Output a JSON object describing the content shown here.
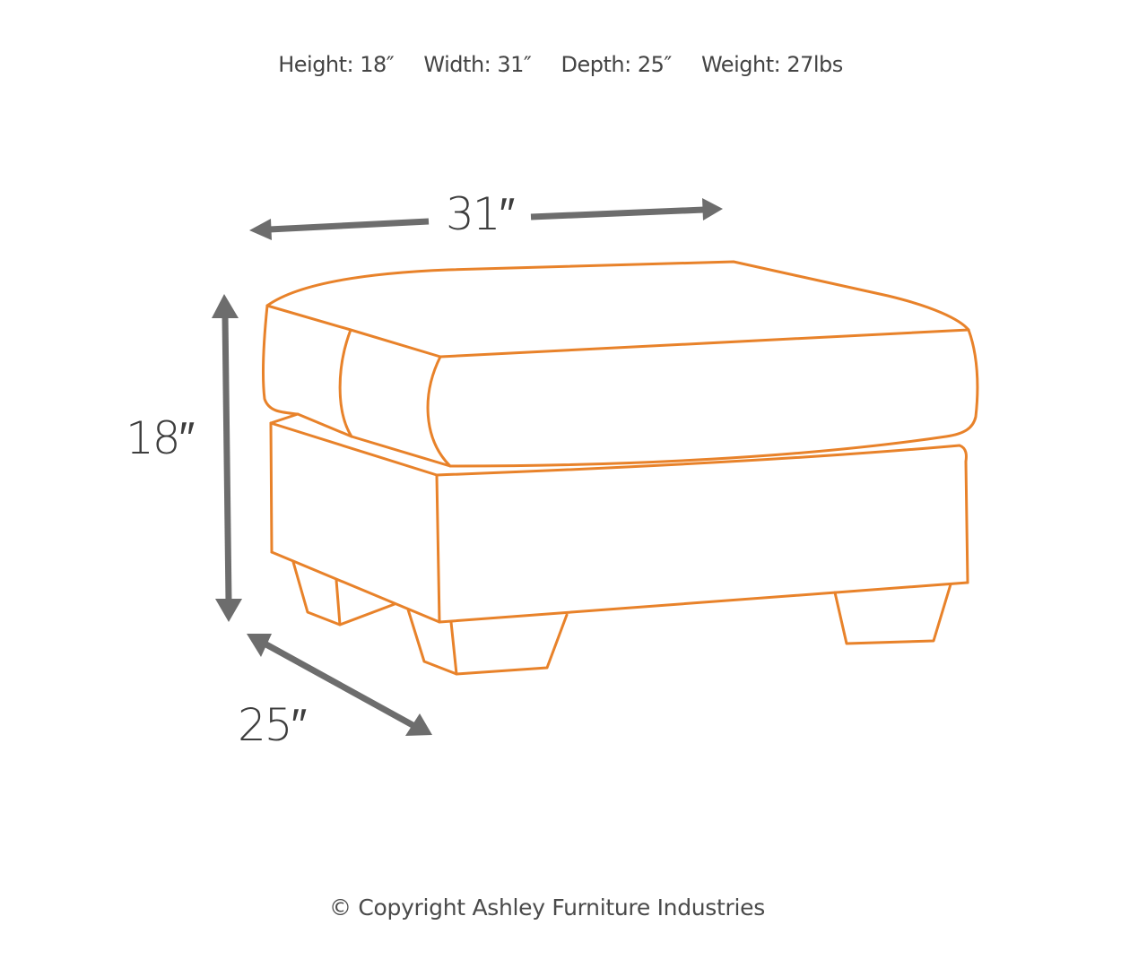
{
  "specs": {
    "height": "Height: 18″",
    "width": "Width: 31″",
    "depth": "Depth: 25″",
    "weight": "Weight: 27lbs"
  },
  "dimensions": {
    "width_label": "31″",
    "height_label": "18″",
    "depth_label": "25″"
  },
  "colors": {
    "outline": "#e8822a",
    "arrow": "#6d6d6d",
    "text": "#444444"
  },
  "footer": {
    "copyright": "© Copyright Ashley Furniture Industries"
  }
}
